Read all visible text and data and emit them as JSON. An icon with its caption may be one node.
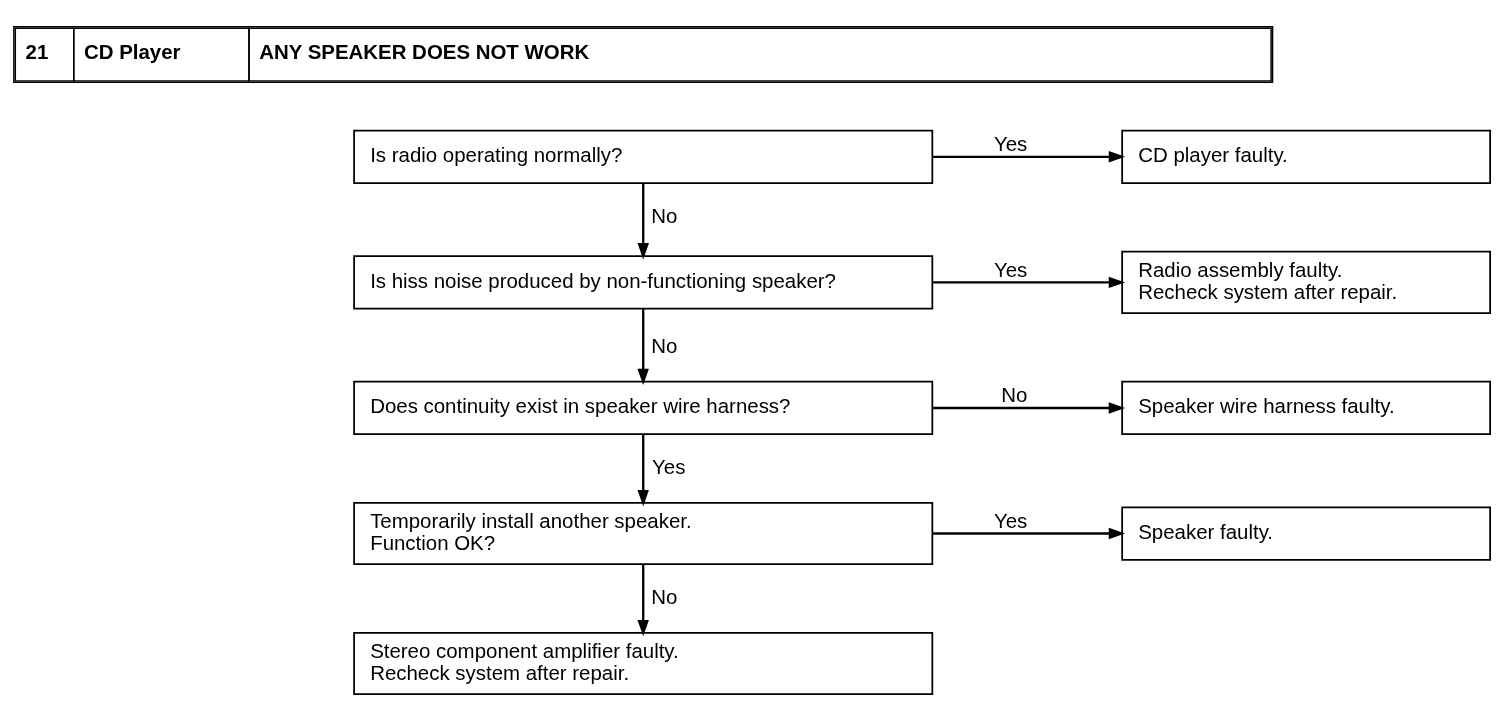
{
  "diagram": {
    "nodes": [
      {
        "text": [
          "Is radio operating normally?"
        ]
      },
      {
        "text": [
          "CD player faulty."
        ]
      },
      {
        "text": [
          "Is hiss noise produced by non-functioning speaker?"
        ]
      },
      {
        "text": [
          "Radio assembly faulty.",
          "Recheck system after repair."
        ]
      },
      {
        "text": [
          "Does continuity exist in speaker wire harness?"
        ]
      },
      {
        "text": [
          "Speaker wire harness faulty."
        ]
      },
      {
        "text": [
          "Temporarily install another speaker.",
          "Function OK?"
        ]
      },
      {
        "text": [
          "Speaker faulty."
        ]
      },
      {
        "text": [
          "Stereo component amplifier faulty.",
          "Recheck system after repair."
        ]
      }
    ],
    "edges": [
      {
        "from": 0,
        "to": 1,
        "arrow": "to",
        "label": "Yes"
      },
      {
        "from": 0,
        "to": 2,
        "arrow": "to",
        "label": "No"
      },
      {
        "from": 2,
        "to": 3,
        "arrow": "to",
        "label": "Yes"
      },
      {
        "from": 2,
        "to": 4,
        "arrow": "to",
        "label": "No"
      },
      {
        "from": 4,
        "to": 5,
        "arrow": "to",
        "label": "No"
      },
      {
        "from": 4,
        "to": 6,
        "arrow": "to",
        "label": "Yes"
      },
      {
        "from": 6,
        "to": 7,
        "arrow": "to",
        "label": "Yes"
      },
      {
        "from": 6,
        "to": 8,
        "arrow": "to",
        "label": "No"
      }
    ],
    "labels": [
      "21",
      "CD Player",
      "ANY SPEAKER DOES NOT WORK"
    ]
  }
}
